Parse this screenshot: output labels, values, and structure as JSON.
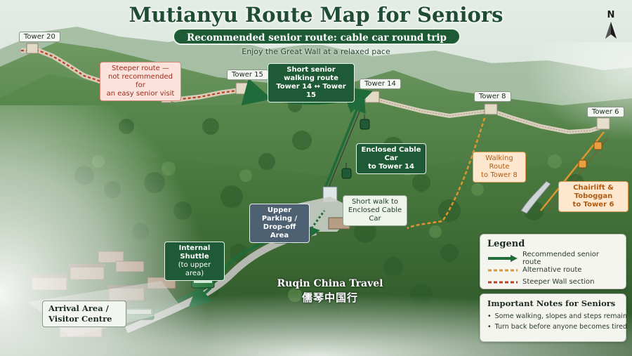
{
  "header": {
    "title": "Mutianyu Route Map for Seniors",
    "subtitle": "Recommended senior route: cable car round trip",
    "tagline": "Enjoy the Great Wall at a relaxed pace"
  },
  "compass": {
    "letter": "N"
  },
  "towers": {
    "t20": "Tower 20",
    "t15": "Tower 15",
    "t14": "Tower 14",
    "t8": "Tower 8",
    "t6": "Tower 6"
  },
  "callouts": {
    "steeper": {
      "line1": "Steeper route —",
      "line2": "not recommended for",
      "line3": "an easy senior visit"
    },
    "walk": {
      "line1": "Short senior walking route",
      "line2": "Tower 14 ↔ Tower 15"
    },
    "cable_car": {
      "line1": "Enclosed Cable Car",
      "line2": "to Tower 14"
    },
    "walking_route": {
      "line1": "Walking Route",
      "line2": "to Tower 8"
    },
    "chairlift": {
      "line1": "Chairlift & Toboggan",
      "line2": "to Tower 6"
    },
    "short_walk": {
      "line1": "Short walk to",
      "line2": "Enclosed Cable Car"
    },
    "parking": {
      "line1": "Upper Parking /",
      "line2": "Drop-off Area"
    },
    "shuttle": {
      "line1": "Internal Shuttle",
      "line2": "(to upper area)"
    },
    "arrival": {
      "line1": "Arrival Area /",
      "line2": "Visitor Centre"
    }
  },
  "watermark": {
    "line1": "Ruqin China Travel",
    "line2": "儒琴中国行"
  },
  "legend": {
    "title": "Legend",
    "items": [
      {
        "label": "Recommended senior route",
        "color": "#1f6b3a",
        "style": "solid-arrow"
      },
      {
        "label": "Alternative route",
        "color": "#e0952c",
        "style": "dashed"
      },
      {
        "label": "Steeper Wall section",
        "color": "#c23b22",
        "style": "dashed"
      }
    ]
  },
  "notes": {
    "title": "Important Notes for Seniors",
    "items": [
      "Some walking, slopes and steps remain",
      "Turn back before anyone becomes tired"
    ]
  },
  "colors": {
    "recommended": "#1f6b3a",
    "alternative": "#e0952c",
    "steeper": "#c23b22",
    "brand_green": "#1e5a36"
  }
}
